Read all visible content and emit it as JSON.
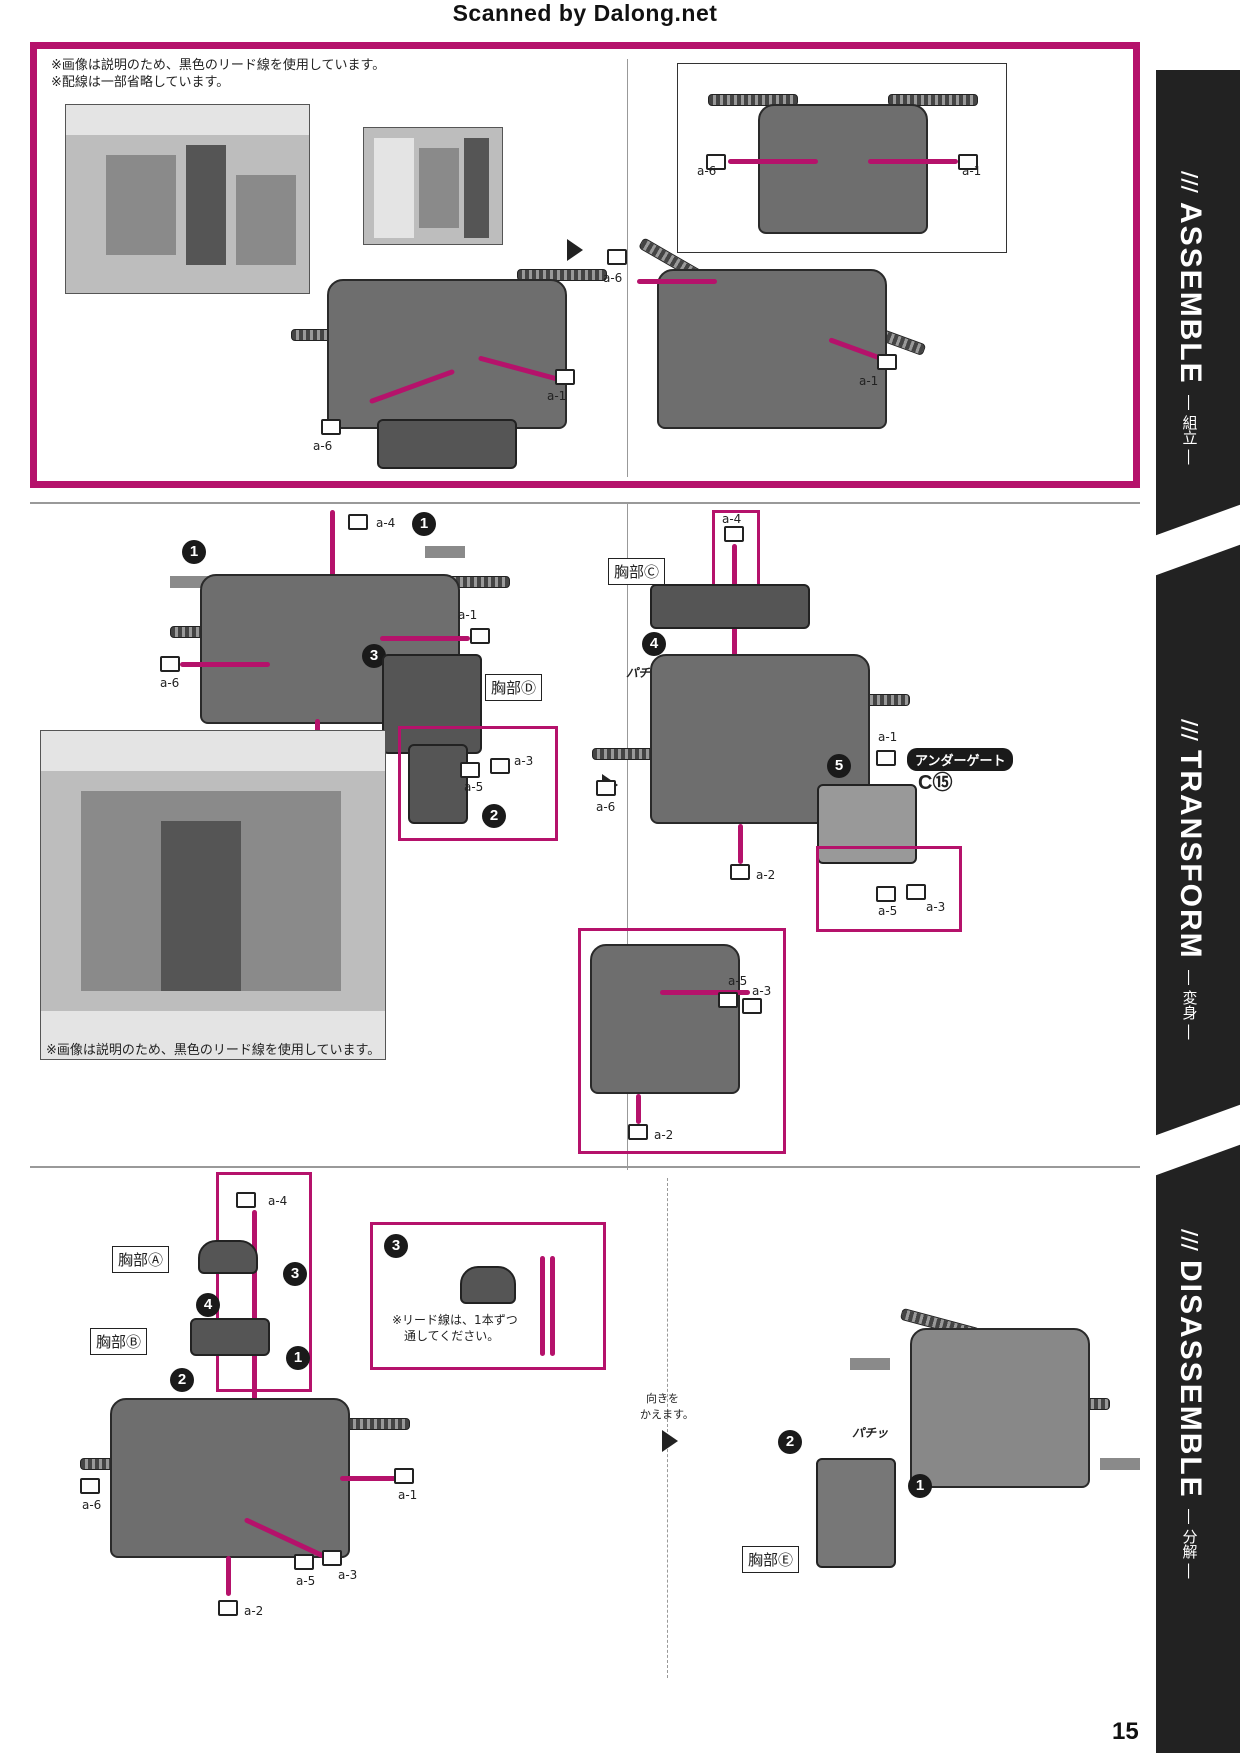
{
  "watermark": "Scanned by Dalong.net",
  "page_number": "15",
  "sidebar": {
    "sections": [
      {
        "en": "ASSEMBLE",
        "jp": "― 組立 ―"
      },
      {
        "en": "TRANSFORM",
        "jp": "― 変身 ―"
      },
      {
        "en": "DISASSEMBLE",
        "jp": "― 分解 ―"
      }
    ]
  },
  "panel1": {
    "note_line1": "※画像は説明のため、黒色のリード線を使用しています。",
    "note_line2": "※配線は一部省略しています。"
  },
  "panel2": {
    "photo_note": "※画像は説明のため、黒色のリード線を使用しています。",
    "chest_d": "胸部Ⓓ",
    "chest_c": "胸部Ⓒ",
    "under_gate": "アンダーゲート",
    "gate_ref": "C⑮",
    "snap": "パチッ"
  },
  "panel3": {
    "chest_a": "胸部Ⓐ",
    "chest_b": "胸部Ⓑ",
    "chest_e": "胸部Ⓔ",
    "wire_note_line1": "※リード線は、1本ずつ",
    "wire_note_line2": "通してください。",
    "turn_note_line1": "向きを",
    "turn_note_line2": "かえます。",
    "snap": "パチッ"
  },
  "labels": {
    "a1": "a-1",
    "a2": "a-2",
    "a3": "a-3",
    "a4": "a-4",
    "a5": "a-5",
    "a6": "a-6"
  },
  "steps": {
    "s1": "1",
    "s2": "2",
    "s3": "3",
    "s4": "4",
    "s5": "5"
  },
  "colors": {
    "accent": "#b5126b",
    "sidebar": "#222222"
  }
}
